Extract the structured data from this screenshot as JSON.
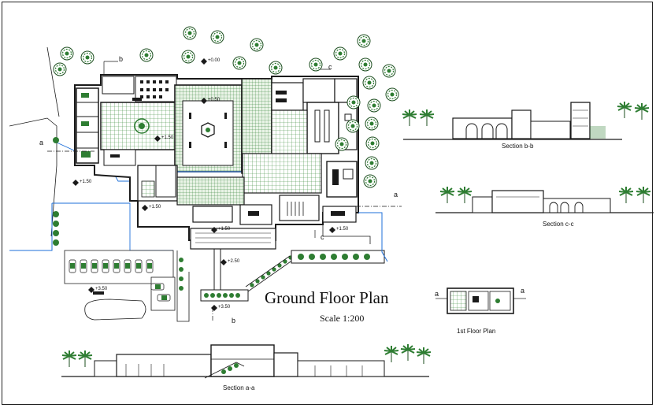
{
  "drawing": {
    "title": "Ground Floor Plan",
    "scale": "Scale 1:200"
  },
  "views": {
    "section_bb": "Section b-b",
    "section_cc": "Section c-c",
    "section_aa": "Section a-a",
    "first_floor": "1st Floor Plan"
  },
  "section_markers": {
    "a": "a",
    "b": "b",
    "c": "c"
  },
  "elevations": {
    "e1": "+0.00",
    "e2": "+0.50",
    "e3": "+1.50",
    "e4": "+1.50",
    "e5": "+1.50",
    "e6": "+1.50",
    "e7": "+2.50",
    "e8": "+3.50",
    "e9": "+3.50",
    "e10": "+1.50"
  },
  "colors": {
    "line": "#1a1a1a",
    "tree": "#2e7d32",
    "tree_dark": "#1b4d1e",
    "accent_blue": "#1e6fd9",
    "hatch": "#3a8a3a"
  }
}
